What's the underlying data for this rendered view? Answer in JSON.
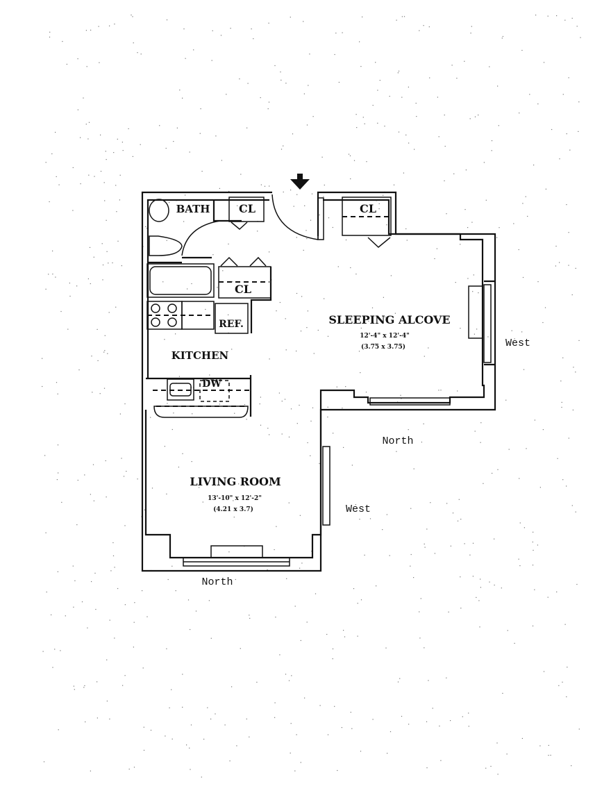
{
  "rooms": {
    "bath": "BATH",
    "closet_bath": "CL",
    "closet_alcove": "CL",
    "closet_hall": "CL",
    "refrigerator": "REF.",
    "kitchen": "KITCHEN",
    "dishwasher": "DW",
    "sleeping_alcove": {
      "name": "SLEEPING ALCOVE",
      "dim_imperial": "12'-4\" x 12'-4\"",
      "dim_metric": "(3.75 x 3.75)"
    },
    "living_room": {
      "name": "LIVING ROOM",
      "dim_imperial": "13'-10\" x 12'-2\"",
      "dim_metric": "(4.21 x 3.7)"
    }
  },
  "orientation": {
    "alcove_west": "West",
    "alcove_north": "North",
    "living_west": "West",
    "living_north": "North"
  },
  "icons": {
    "entry": "entry-arrow-icon"
  }
}
